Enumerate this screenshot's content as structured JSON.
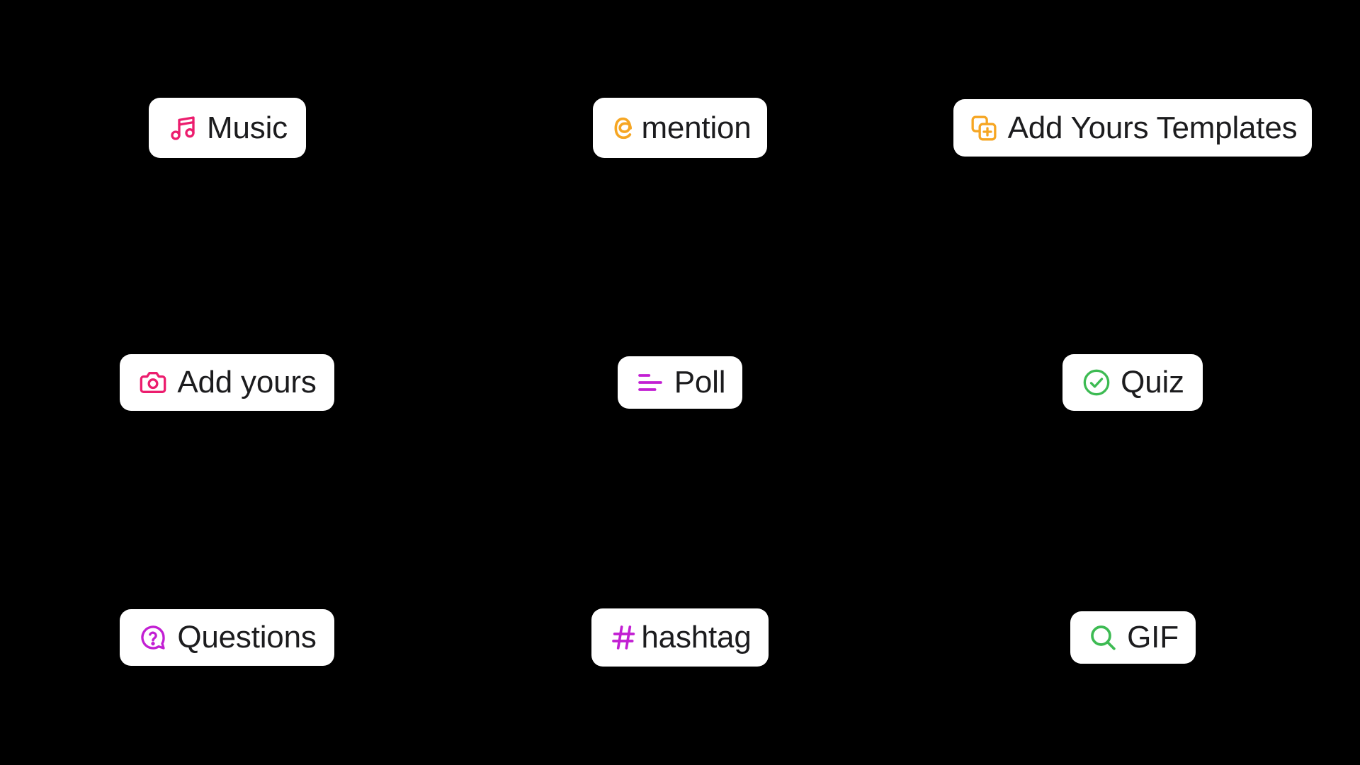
{
  "stickers": {
    "music": {
      "label": "Music",
      "icon": "music-note-icon",
      "color": "#ec1d6e"
    },
    "mention": {
      "label": "mention",
      "icon": "at-sign-icon",
      "color": "#f6a623"
    },
    "add_templates": {
      "label": "Add Yours Templates",
      "icon": "add-template-icon",
      "color": "#f6a623"
    },
    "add_yours": {
      "label": "Add yours",
      "icon": "camera-icon",
      "color": "#ec1d6e"
    },
    "poll": {
      "label": "Poll",
      "icon": "poll-bars-icon",
      "color": "#c21fd3"
    },
    "quiz": {
      "label": "Quiz",
      "icon": "check-circle-icon",
      "color": "#3dbb53"
    },
    "questions": {
      "label": "Questions",
      "icon": "question-bubble-icon",
      "color": "#c21fd3"
    },
    "hashtag": {
      "label": "hashtag",
      "icon": "hash-icon",
      "color": "#c21fd3"
    },
    "gif": {
      "label": "GIF",
      "icon": "search-icon",
      "color": "#3dbb53"
    }
  }
}
